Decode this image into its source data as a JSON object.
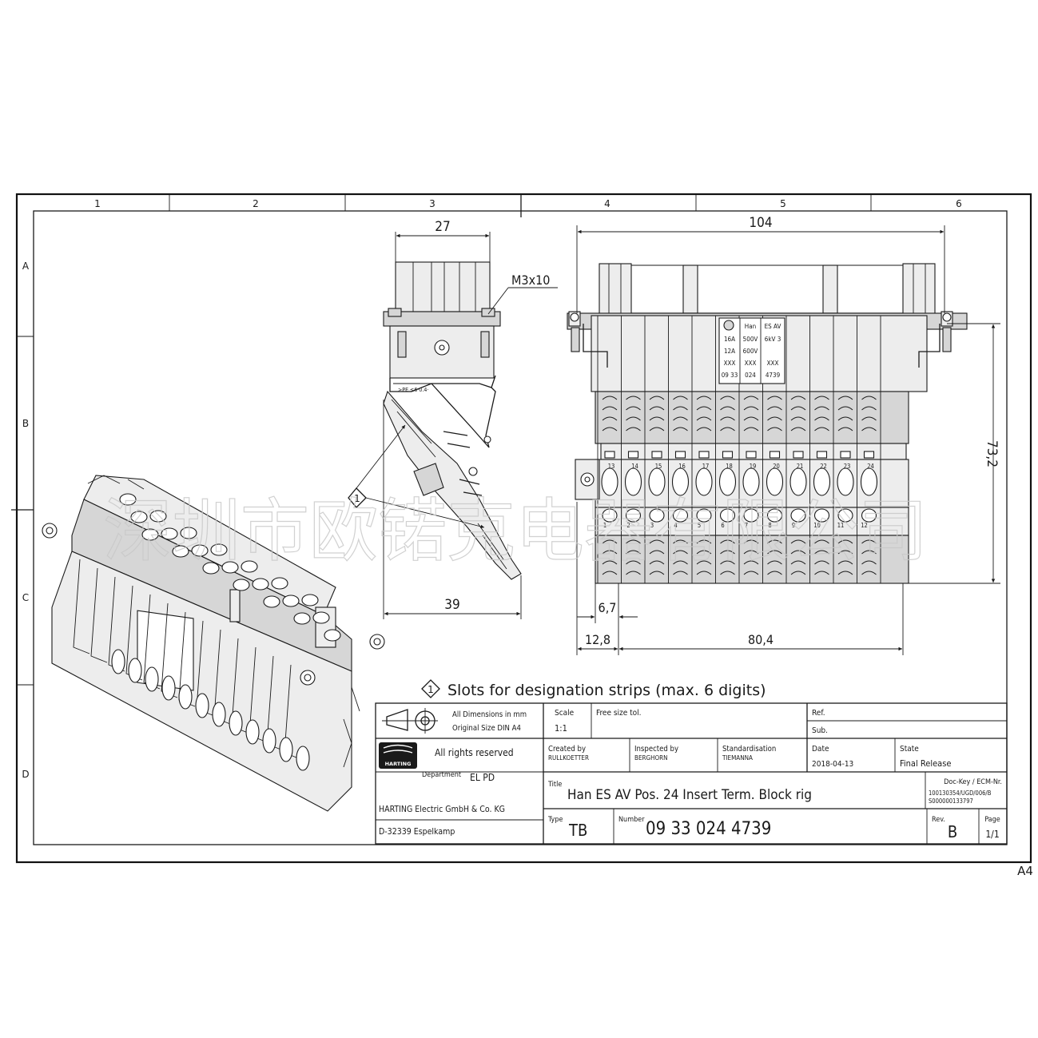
{
  "sheet": {
    "columns": [
      "1",
      "2",
      "3",
      "4",
      "5",
      "6"
    ],
    "rows": [
      "A",
      "B",
      "C",
      "D"
    ],
    "format_mark": "A4"
  },
  "dimensions": {
    "side_width": "27",
    "side_depth": "39",
    "screw": "M3x10",
    "front_width": "104",
    "front_height": "73,2",
    "offset_small": "6,7",
    "offset_left": "12,8",
    "pitch_span": "80,4"
  },
  "callout": {
    "marker": "1",
    "note": "Slots for designation strips (max. 6 digits)"
  },
  "insert_label": {
    "brand": "Han",
    "series": "ES AV",
    "current": "16A",
    "voltage": "500V",
    "rating": "6kV 3",
    "ul_current": "12A",
    "ul_voltage": "600V",
    "xxx": "XXX",
    "part_a": "09 33",
    "part_b": "024",
    "part_c": "4739"
  },
  "top_numbers": [
    "13",
    "14",
    "15",
    "16",
    "17",
    "18",
    "19",
    "20",
    "21",
    "22",
    "23",
    "24"
  ],
  "bottom_numbers": [
    "1",
    "2",
    "3",
    "4",
    "5",
    "6",
    "7",
    "8",
    "9",
    "10",
    "11",
    "12"
  ],
  "watermark": "深圳市欧锘克电器有限公司",
  "title_block": {
    "dims_note_1": "All Dimensions in mm",
    "dims_note_2": "Original Size DIN A4",
    "scale_label": "Scale",
    "scale_value": "1:1",
    "tolerance": "Free size tol.",
    "ref_label": "Ref.",
    "sub_label": "Sub.",
    "rights": "All rights reserved",
    "logo_text": "HARTING",
    "department_label": "Department",
    "department_value": "EL PD",
    "created_label": "Created by",
    "created_value": "RULLKOETTER",
    "inspected_label": "Inspected by",
    "inspected_value": "BERGHORN",
    "standard_label": "Standardisation",
    "standard_value": "TIEMANNA",
    "date_label": "Date",
    "date_value": "2018-04-13",
    "state_label": "State",
    "state_value": "Final Release",
    "title_label": "Title",
    "title_value": "Han ES AV Pos. 24 Insert Term. Block rig",
    "dockey_label": "Doc-Key / ECM-Nr.",
    "dockey_value_1": "100130354/UGD/006/B",
    "dockey_value_2": "S000000133797",
    "company": "HARTING Electric GmbH & Co. KG",
    "address": "D-32339 Espelkamp",
    "type_label": "Type",
    "type_value": "TB",
    "number_label": "Number",
    "number_value": "09 33 024 4739",
    "rev_label": "Rev.",
    "rev_value": "B",
    "page_label": "Page",
    "page_value": "1/1"
  }
}
